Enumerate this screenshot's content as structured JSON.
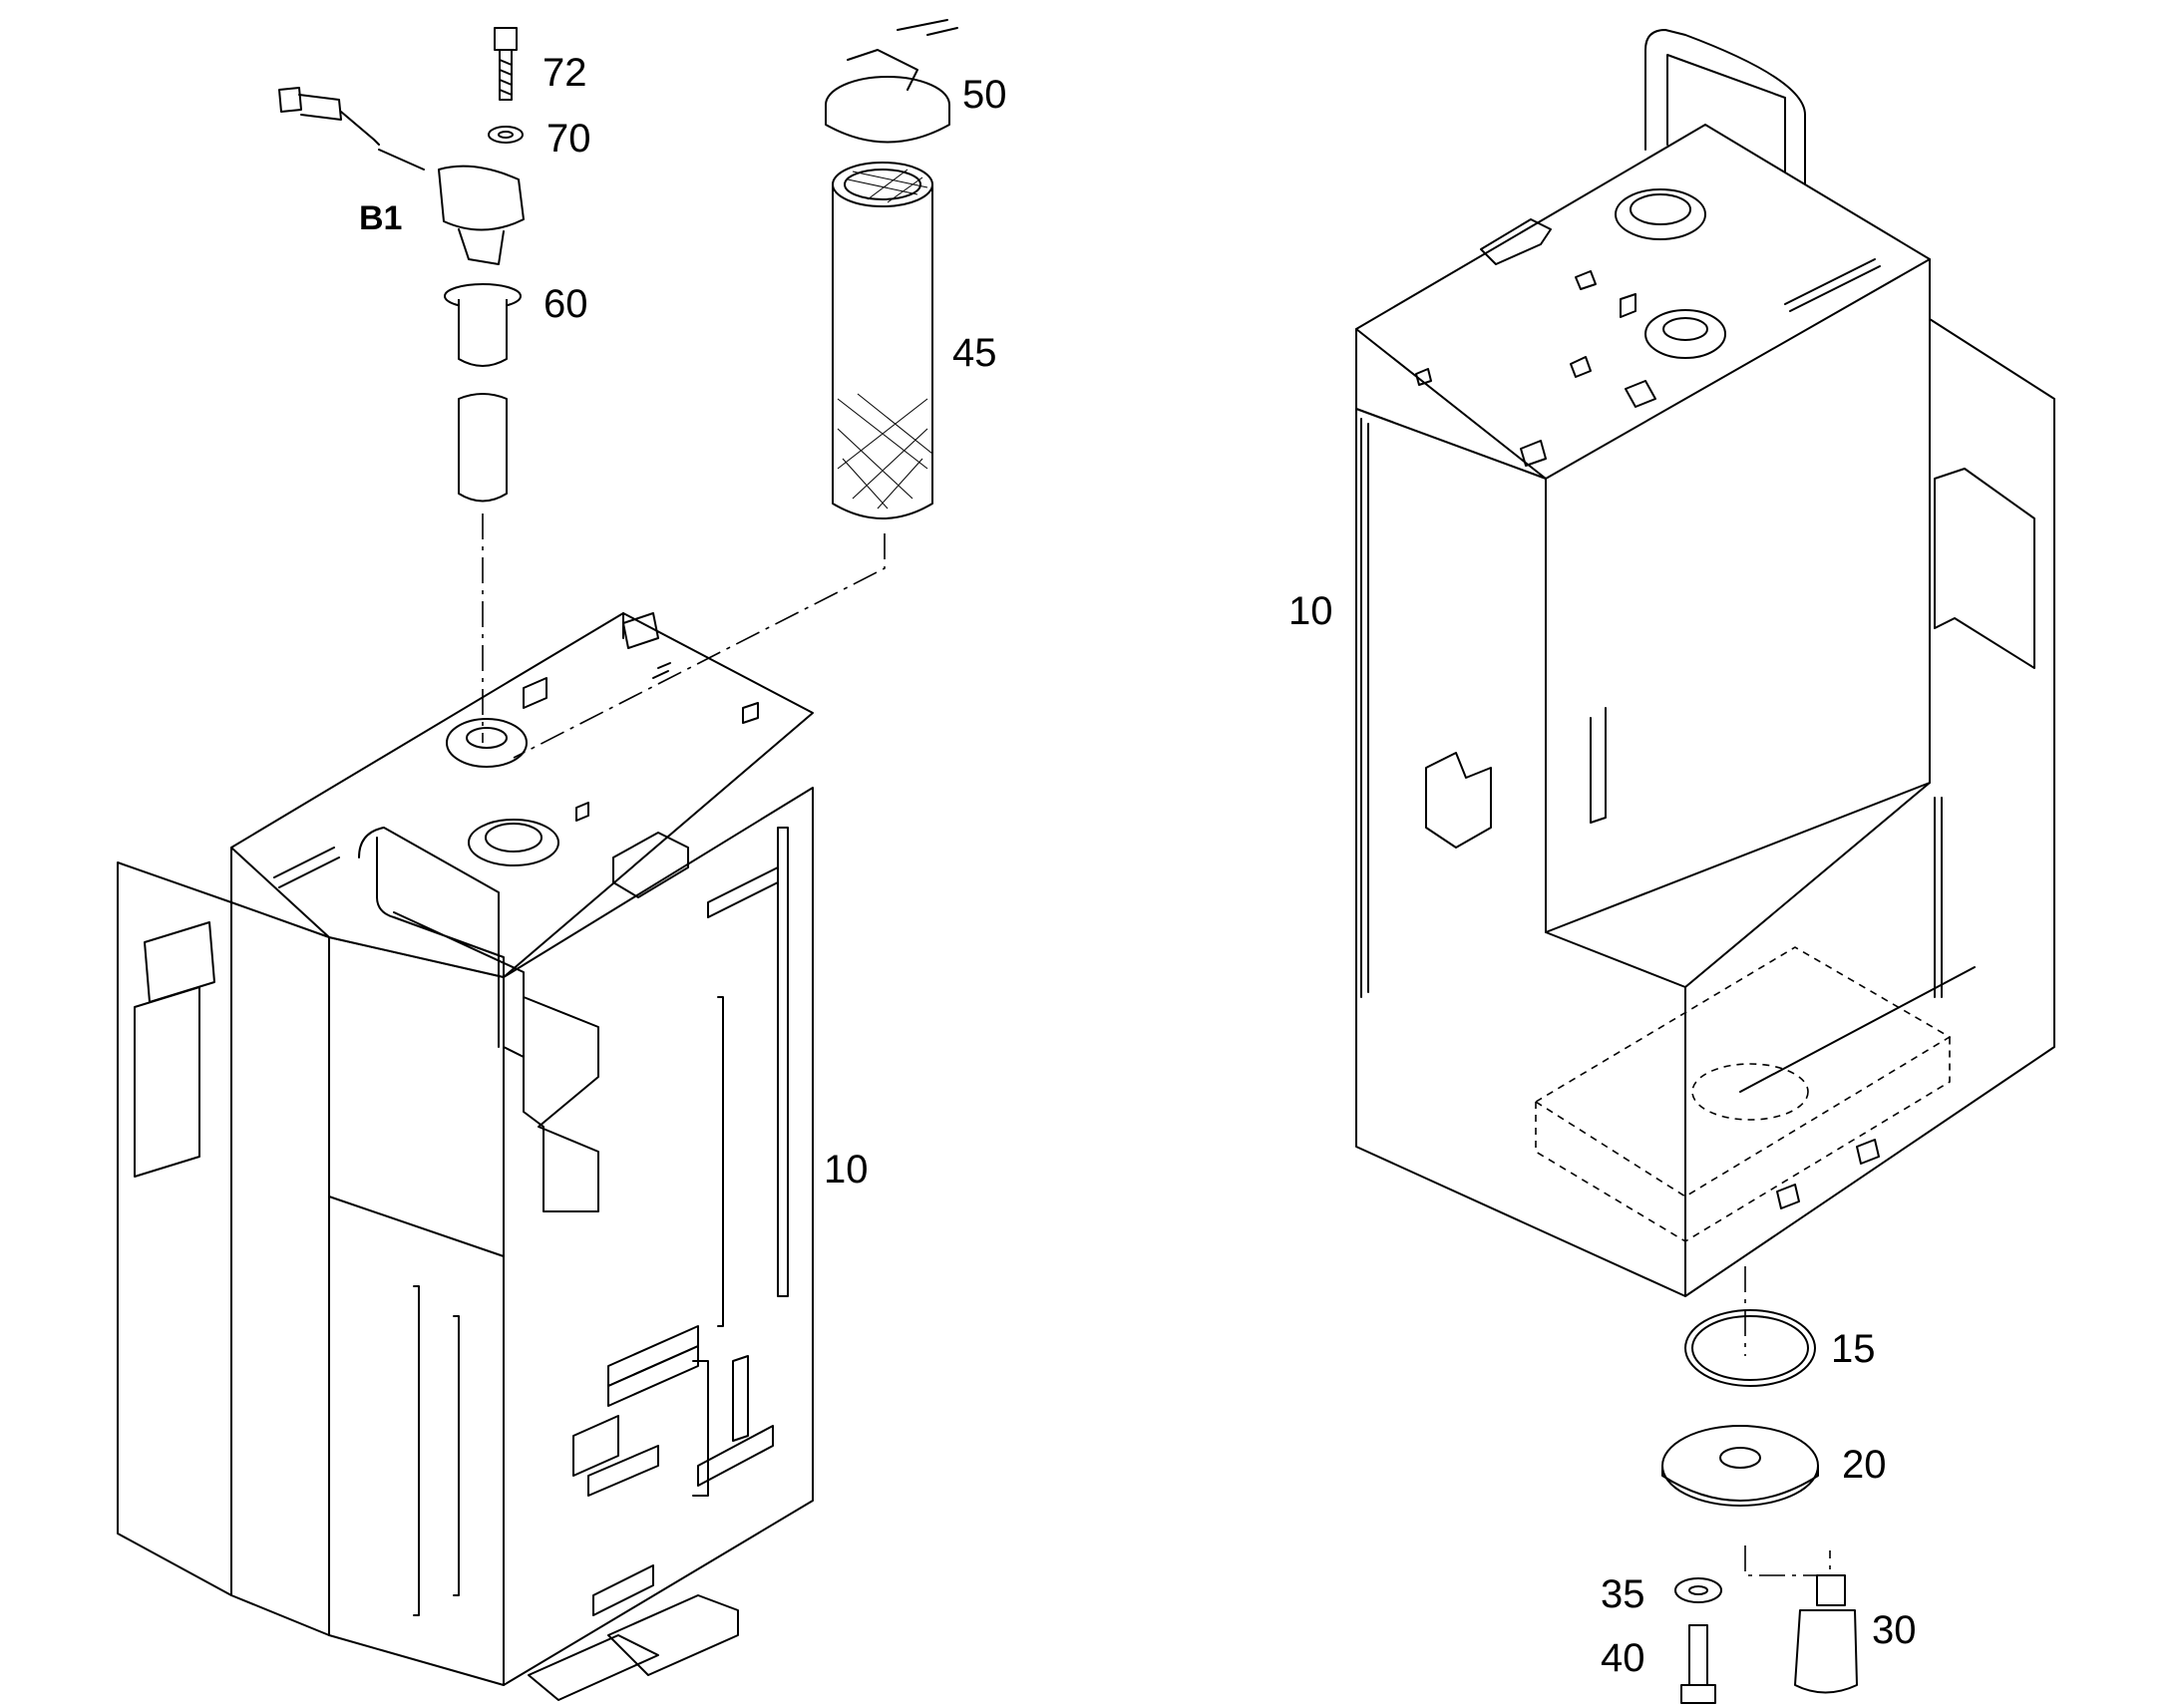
{
  "callouts": {
    "p72": "72",
    "p70": "70",
    "p50": "50",
    "b1": "B1",
    "p60": "60",
    "p45": "45",
    "p10_left": "10",
    "p10_right": "10",
    "p15": "15",
    "p20": "20",
    "p35": "35",
    "p30": "30",
    "p40": "40"
  }
}
